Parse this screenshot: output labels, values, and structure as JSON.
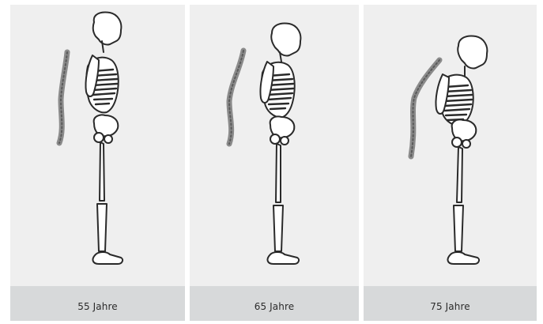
{
  "panels": [
    {
      "caption": "55 Jahre"
    },
    {
      "caption": "65 Jahre"
    },
    {
      "caption": "75 Jahre"
    }
  ],
  "colors": {
    "panel_bg": "#efefef",
    "caption_bg": "#d7d9da",
    "line": "#2a2a2a"
  }
}
